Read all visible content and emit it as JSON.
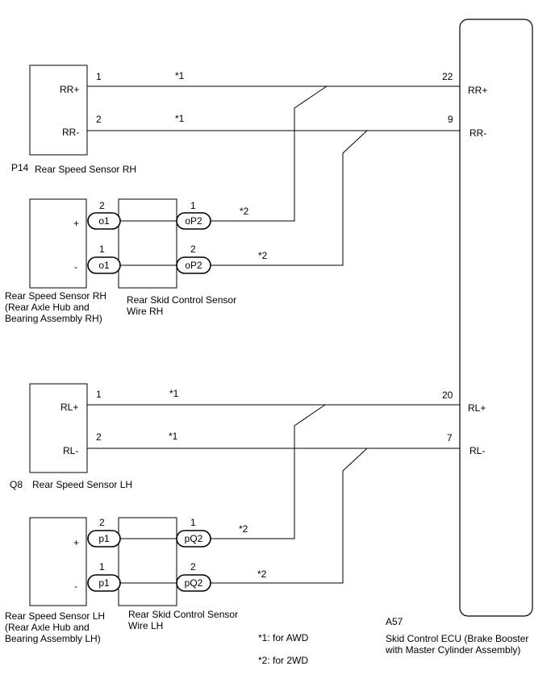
{
  "ecu": {
    "code": "A57",
    "name_line1": "Skid Control ECU (Brake Booster",
    "name_line2": "with Master Cylinder Assembly)",
    "pins": [
      {
        "num": "22",
        "label": "RR+"
      },
      {
        "num": "9",
        "label": "RR-"
      },
      {
        "num": "20",
        "label": "RL+"
      },
      {
        "num": "7",
        "label": "RL-"
      }
    ]
  },
  "sensor_rh_awd": {
    "code": "P14",
    "name": "Rear Speed Sensor RH",
    "pins": [
      {
        "num": "1",
        "label": "RR+",
        "note": "*1"
      },
      {
        "num": "2",
        "label": "RR-",
        "note": "*1"
      }
    ]
  },
  "sensor_lh_awd": {
    "code": "Q8",
    "name": "Rear Speed Sensor LH",
    "pins": [
      {
        "num": "1",
        "label": "RL+",
        "note": "*1"
      },
      {
        "num": "2",
        "label": "RL-",
        "note": "*1"
      }
    ]
  },
  "sensor_rh_2wd": {
    "name_line1": "Rear Speed Sensor RH",
    "name_line2": "(Rear Axle Hub and",
    "name_line3": "Bearing Assembly RH)",
    "plus": "+",
    "minus": "-",
    "connector_left": [
      {
        "num": "2",
        "label": "o1"
      },
      {
        "num": "1",
        "label": "o1"
      }
    ],
    "harness_line1": "Rear Skid Control Sensor",
    "harness_line2": "Wire RH",
    "connector_right": [
      {
        "num": "1",
        "label": "oP2",
        "note": "*2"
      },
      {
        "num": "2",
        "label": "oP2",
        "note": "*2"
      }
    ]
  },
  "sensor_lh_2wd": {
    "name_line1": "Rear Speed Sensor LH",
    "name_line2": "(Rear Axle Hub and",
    "name_line3": "Bearing Assembly LH)",
    "plus": "+",
    "minus": "-",
    "connector_left": [
      {
        "num": "2",
        "label": "p1"
      },
      {
        "num": "1",
        "label": "p1"
      }
    ],
    "harness_line1": "Rear Skid Control Sensor",
    "harness_line2": "Wire LH",
    "connector_right": [
      {
        "num": "1",
        "label": "pQ2",
        "note": "*2"
      },
      {
        "num": "2",
        "label": "pQ2",
        "note": "*2"
      }
    ]
  },
  "legend": {
    "note1": "*1: for AWD",
    "note2": "*2: for 2WD"
  }
}
